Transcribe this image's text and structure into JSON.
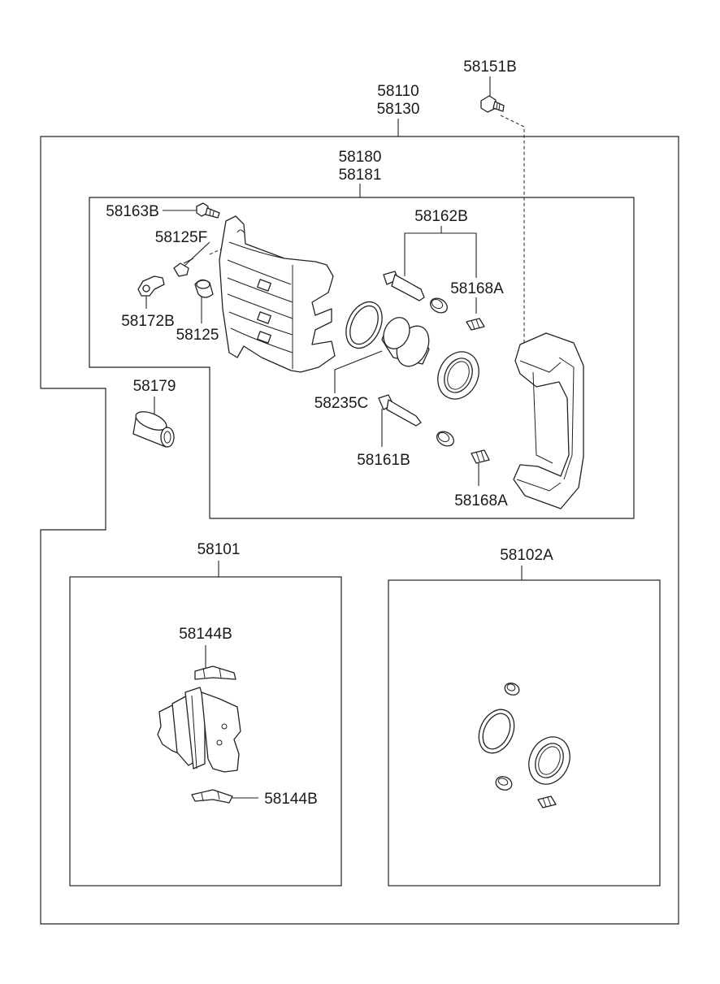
{
  "labels": {
    "l58151B": "58151B",
    "l58110": "58110",
    "l58130": "58130",
    "l58180": "58180",
    "l58181": "58181",
    "l58163B": "58163B",
    "l58162B": "58162B",
    "l58125F": "58125F",
    "l58168A_top": "58168A",
    "l58172B": "58172B",
    "l58125": "58125",
    "l58179": "58179",
    "l58235C": "58235C",
    "l58161B": "58161B",
    "l58168A_bottom": "58168A",
    "l58101": "58101",
    "l58102A": "58102A",
    "l58144B_top": "58144B",
    "l58144B_bottom": "58144B"
  },
  "icons": {
    "bolt": "bolt-icon",
    "caliper": "caliper-body-icon",
    "piston": "piston-icon",
    "seal": "seal-ring-icon",
    "boot": "dust-boot-icon",
    "pin": "guide-pin-icon",
    "bushing": "bushing-icon",
    "bracket": "caliper-bracket-icon",
    "pad": "brake-pad-icon",
    "clip": "pad-clip-icon",
    "bleeder": "bleeder-screw-icon",
    "cap": "cap-icon",
    "sensor": "wear-sensor-icon"
  }
}
